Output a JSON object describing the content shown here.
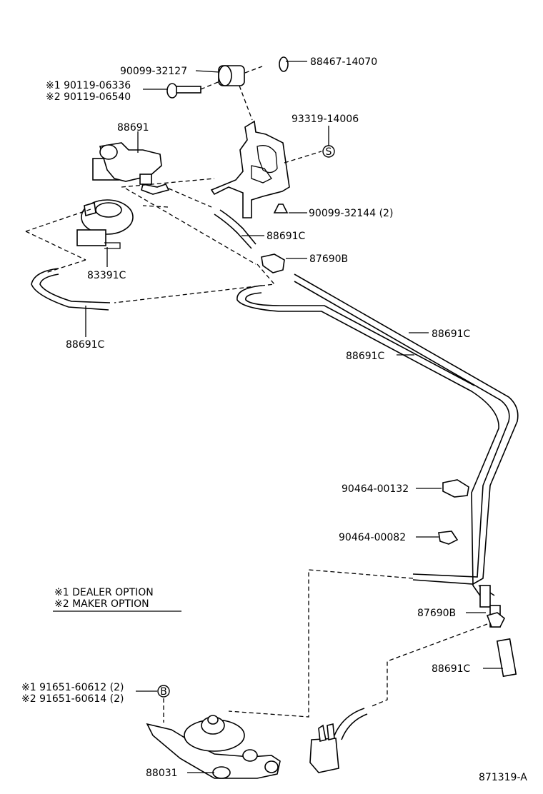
{
  "labels": {
    "p_90099_32127": "90099-32127",
    "p_88467_14070": "88467-14070",
    "p_90119_06336": "※1 90119-06336",
    "p_90119_06540": "※2 90119-06540",
    "p_88691": "88691",
    "p_93319_14006": "93319-14006",
    "p_90099_32144": "90099-32144 (2)",
    "p_88691c_a": "88691C",
    "p_87690b_a": "87690B",
    "p_83391c": "83391C",
    "p_88691c_b": "88691C",
    "p_88691c_c": "88691C",
    "p_88691c_d": "88691C",
    "p_90464_00132": "90464-00132",
    "p_90464_00082": "90464-00082",
    "p_87690b_b": "87690B",
    "p_88691c_e": "88691C",
    "p_91651_60612": "※1 91651-60612 (2)",
    "p_91651_60614": "※2 91651-60614 (2)",
    "p_88031": "88031",
    "diagram_code": "871319-A"
  },
  "symbols": {
    "s_mark": "S",
    "b_mark": "B"
  },
  "legend": {
    "line1": "※1 DEALER OPTION",
    "line2": "※2 MAKER OPTION"
  }
}
